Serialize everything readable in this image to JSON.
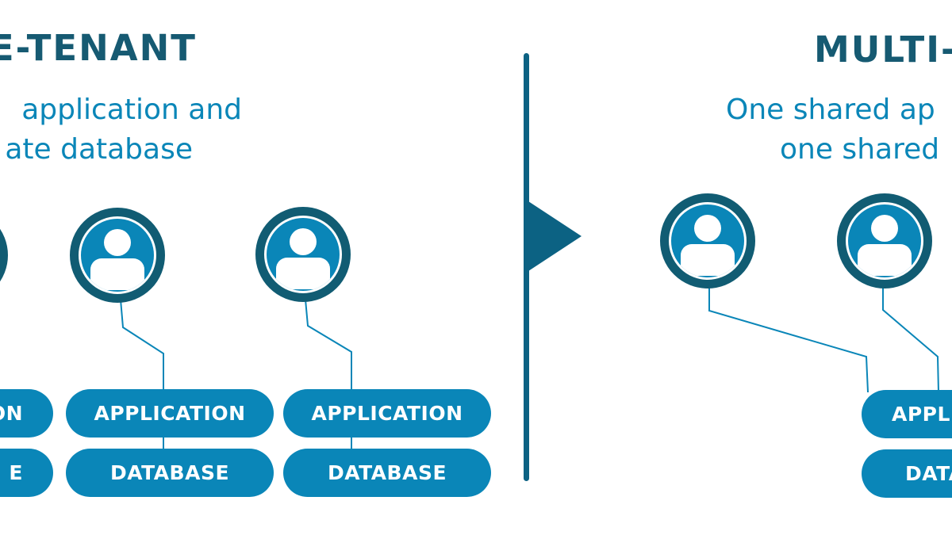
{
  "colors": {
    "title": "#165a72",
    "subtitle": "#0a86b8",
    "avatar_ring": "#115c73",
    "avatar_fill": "#0a86b8",
    "pill_fill": "#0a86b8",
    "pill_text": "#ffffff",
    "connector": "#0a86b8",
    "divider": "#0c6283"
  },
  "left_panel": {
    "title": "LE-TENANT",
    "subtitle_lines": [
      "application and",
      "ate database"
    ],
    "columns": [
      {
        "application_label": "ON",
        "database_label": "E"
      },
      {
        "application_label": "APPLICATION",
        "database_label": "DATABASE"
      },
      {
        "application_label": "APPLICATION",
        "database_label": "DATABASE"
      }
    ]
  },
  "divider": {
    "arrow_icon": "arrow-right-icon"
  },
  "right_panel": {
    "title": "MULTI-T",
    "subtitle_lines": [
      "One shared ap",
      "one shared"
    ],
    "shared_application_label": "APPLI",
    "shared_database_label": "DATA"
  }
}
